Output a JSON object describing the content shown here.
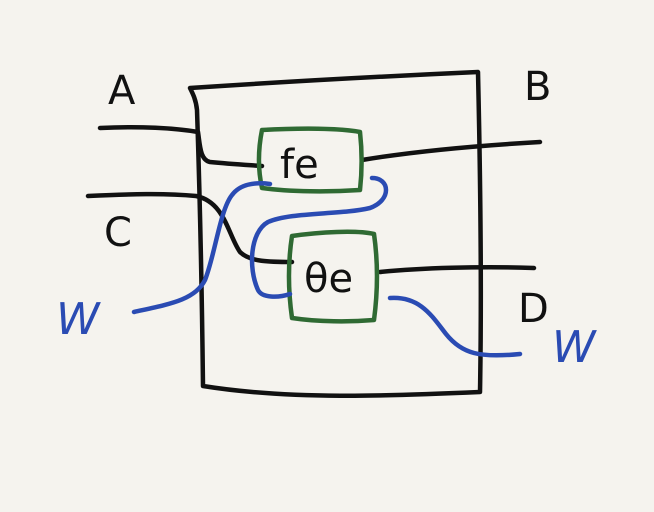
{
  "labels": {
    "port_a": "A",
    "port_b": "B",
    "port_c": "C",
    "port_d": "D",
    "w_left": "W",
    "w_right": "W",
    "box_top": "fe",
    "box_bottom": "θe"
  },
  "colors": {
    "background": "#f5f3ee",
    "ink_black": "#111111",
    "ink_green": "#2f6a33",
    "ink_blue": "#2a4bb3"
  }
}
